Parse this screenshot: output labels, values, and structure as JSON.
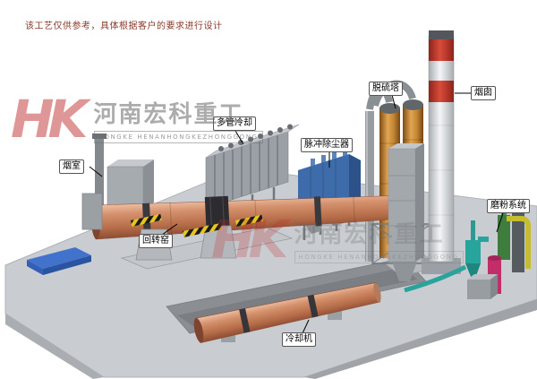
{
  "disclaimer": "该工艺仅供参考，具体根据客户的要求进行设计",
  "watermark": {
    "logo": "HK",
    "company_cn": "河南宏科重工",
    "company_en": "HONGKE HENANHONGKEZHONGGONG"
  },
  "equipment_labels": {
    "smoke_chamber": "烟室",
    "multi_tube_cooler": "多管冷却",
    "pulse_dust_collector": "脉冲除尘器",
    "desulfurization_tower": "脱硫塔",
    "chimney": "烟囱",
    "grinding_system": "磨粉系统",
    "rotary_kiln": "回转窑",
    "cooling_machine": "冷却机"
  },
  "colors": {
    "kiln_shell": "#cf8868",
    "dust_collector": "#3e6cab",
    "tower_orange": "#d89a45",
    "chimney_red": "#b8372b",
    "platform_gray": "#c9cdd1",
    "hazard_yellow": "#e6c51d",
    "pallet_blue": "#4273cc",
    "watermark_red": "#c02e2e",
    "disclaimer_text": "#8a3a2c"
  }
}
